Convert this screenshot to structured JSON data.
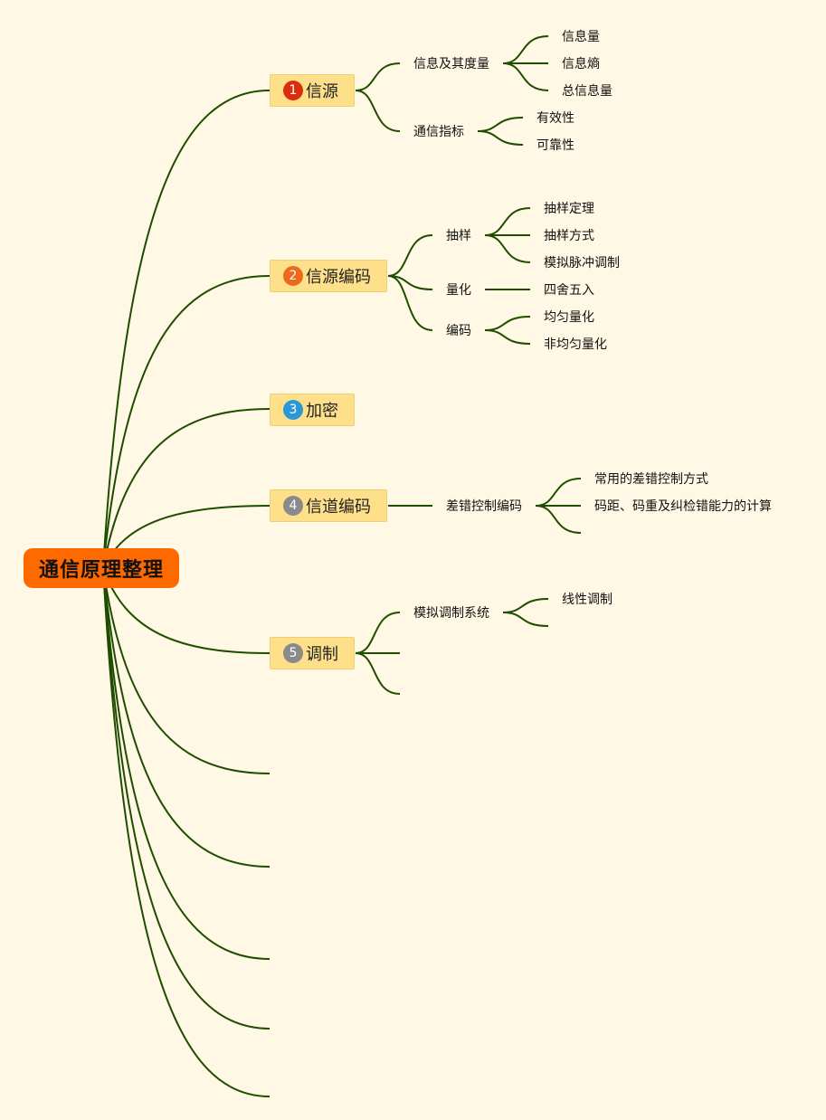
{
  "root": {
    "label": "通信原理整理",
    "color": "#ff6a00"
  },
  "line_color": "#1f4d00",
  "topics": [
    {
      "num": "1",
      "label": "信源",
      "badge_color": "#d92d0e",
      "children": [
        {
          "label": "信息及其度量",
          "children": [
            "信息量",
            "信息熵",
            "总信息量"
          ]
        },
        {
          "label": "通信指标",
          "children": [
            "有效性",
            "可靠性"
          ]
        }
      ]
    },
    {
      "num": "2",
      "label": "信源编码",
      "badge_color": "#ec6a1a",
      "children": [
        {
          "label": "抽样",
          "children": [
            "抽样定理",
            "抽样方式",
            "模拟脉冲调制"
          ]
        },
        {
          "label": "量化",
          "children": [
            "四舍五入"
          ]
        },
        {
          "label": "编码",
          "children": [
            "均匀量化",
            "非均匀量化"
          ]
        }
      ]
    },
    {
      "num": "3",
      "label": "加密",
      "badge_color": "#2a97d6",
      "children": []
    },
    {
      "num": "4",
      "label": "信道编码",
      "badge_color": "#8a8a8a",
      "children": [
        {
          "label": "差错控制编码",
          "children": [
            "常用的差错控制方式",
            "码距、码重及纠检错能力的计算",
            ""
          ]
        }
      ]
    },
    {
      "num": "5",
      "label": "调制",
      "badge_color": "#8a8a8a",
      "children": [
        {
          "label": "模拟调制系统",
          "children": [
            "线性调制",
            ""
          ]
        },
        {
          "label": "",
          "children": []
        },
        {
          "label": "",
          "children": []
        }
      ]
    }
  ]
}
